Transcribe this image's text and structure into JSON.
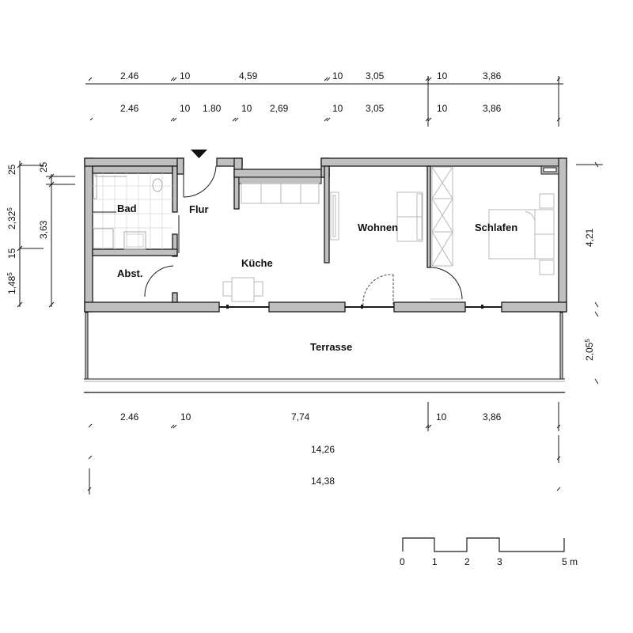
{
  "plan": {
    "rooms": [
      {
        "id": "bad",
        "label": "Bad"
      },
      {
        "id": "flur",
        "label": "Flur"
      },
      {
        "id": "kueche",
        "label": "Küche"
      },
      {
        "id": "wohnen",
        "label": "Wohnen"
      },
      {
        "id": "schlafen",
        "label": "Schlafen"
      },
      {
        "id": "abst",
        "label": "Abst."
      },
      {
        "id": "terrasse",
        "label": "Terrasse"
      }
    ],
    "entrance_marker": "entrance-arrow-icon"
  },
  "dimensions": {
    "top_row1": [
      "2.46",
      "10",
      "4,59",
      "10",
      "3,05",
      "10",
      "3,86"
    ],
    "top_row2": [
      "2.46",
      "10",
      "1.80",
      "10",
      "2,69",
      "10",
      "3,05",
      "10",
      "3,86"
    ],
    "left_outer": {
      "d1": "25",
      "d2": "2,32",
      "d2_sup": "5",
      "d3": "15",
      "d4": "1,48",
      "d4_sup": "5"
    },
    "left_inner": {
      "d1": "25",
      "d2": "3,63"
    },
    "right": {
      "d1": "4,21",
      "d2": "2,05",
      "d2_sup": "5"
    },
    "bottom_row1": [
      "2.46",
      "10",
      "7,74",
      "10",
      "3,86"
    ],
    "bottom_row2": "14,26",
    "bottom_row3": "14,38"
  },
  "scale_bar": {
    "labels": [
      "0",
      "1",
      "2",
      "3",
      "5 m"
    ]
  }
}
